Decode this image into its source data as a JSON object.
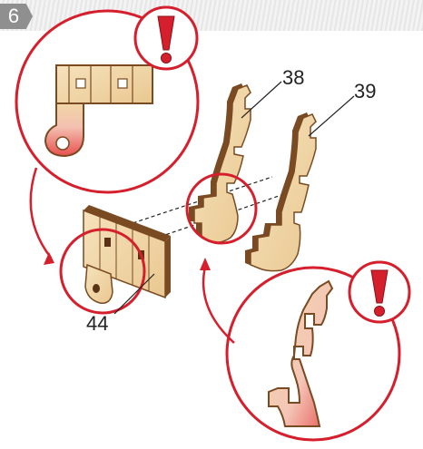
{
  "step": {
    "number": "6"
  },
  "parts": {
    "part_38": "38",
    "part_39": "39",
    "part_44": "44"
  },
  "colors": {
    "accent_red": "#d61f2c",
    "wood_face": "#f1d6a6",
    "wood_edge": "#7a4a22",
    "step_badge": "#8f8f8f"
  },
  "icons": [
    "warning-exclamation-icon",
    "warning-exclamation-icon"
  ]
}
